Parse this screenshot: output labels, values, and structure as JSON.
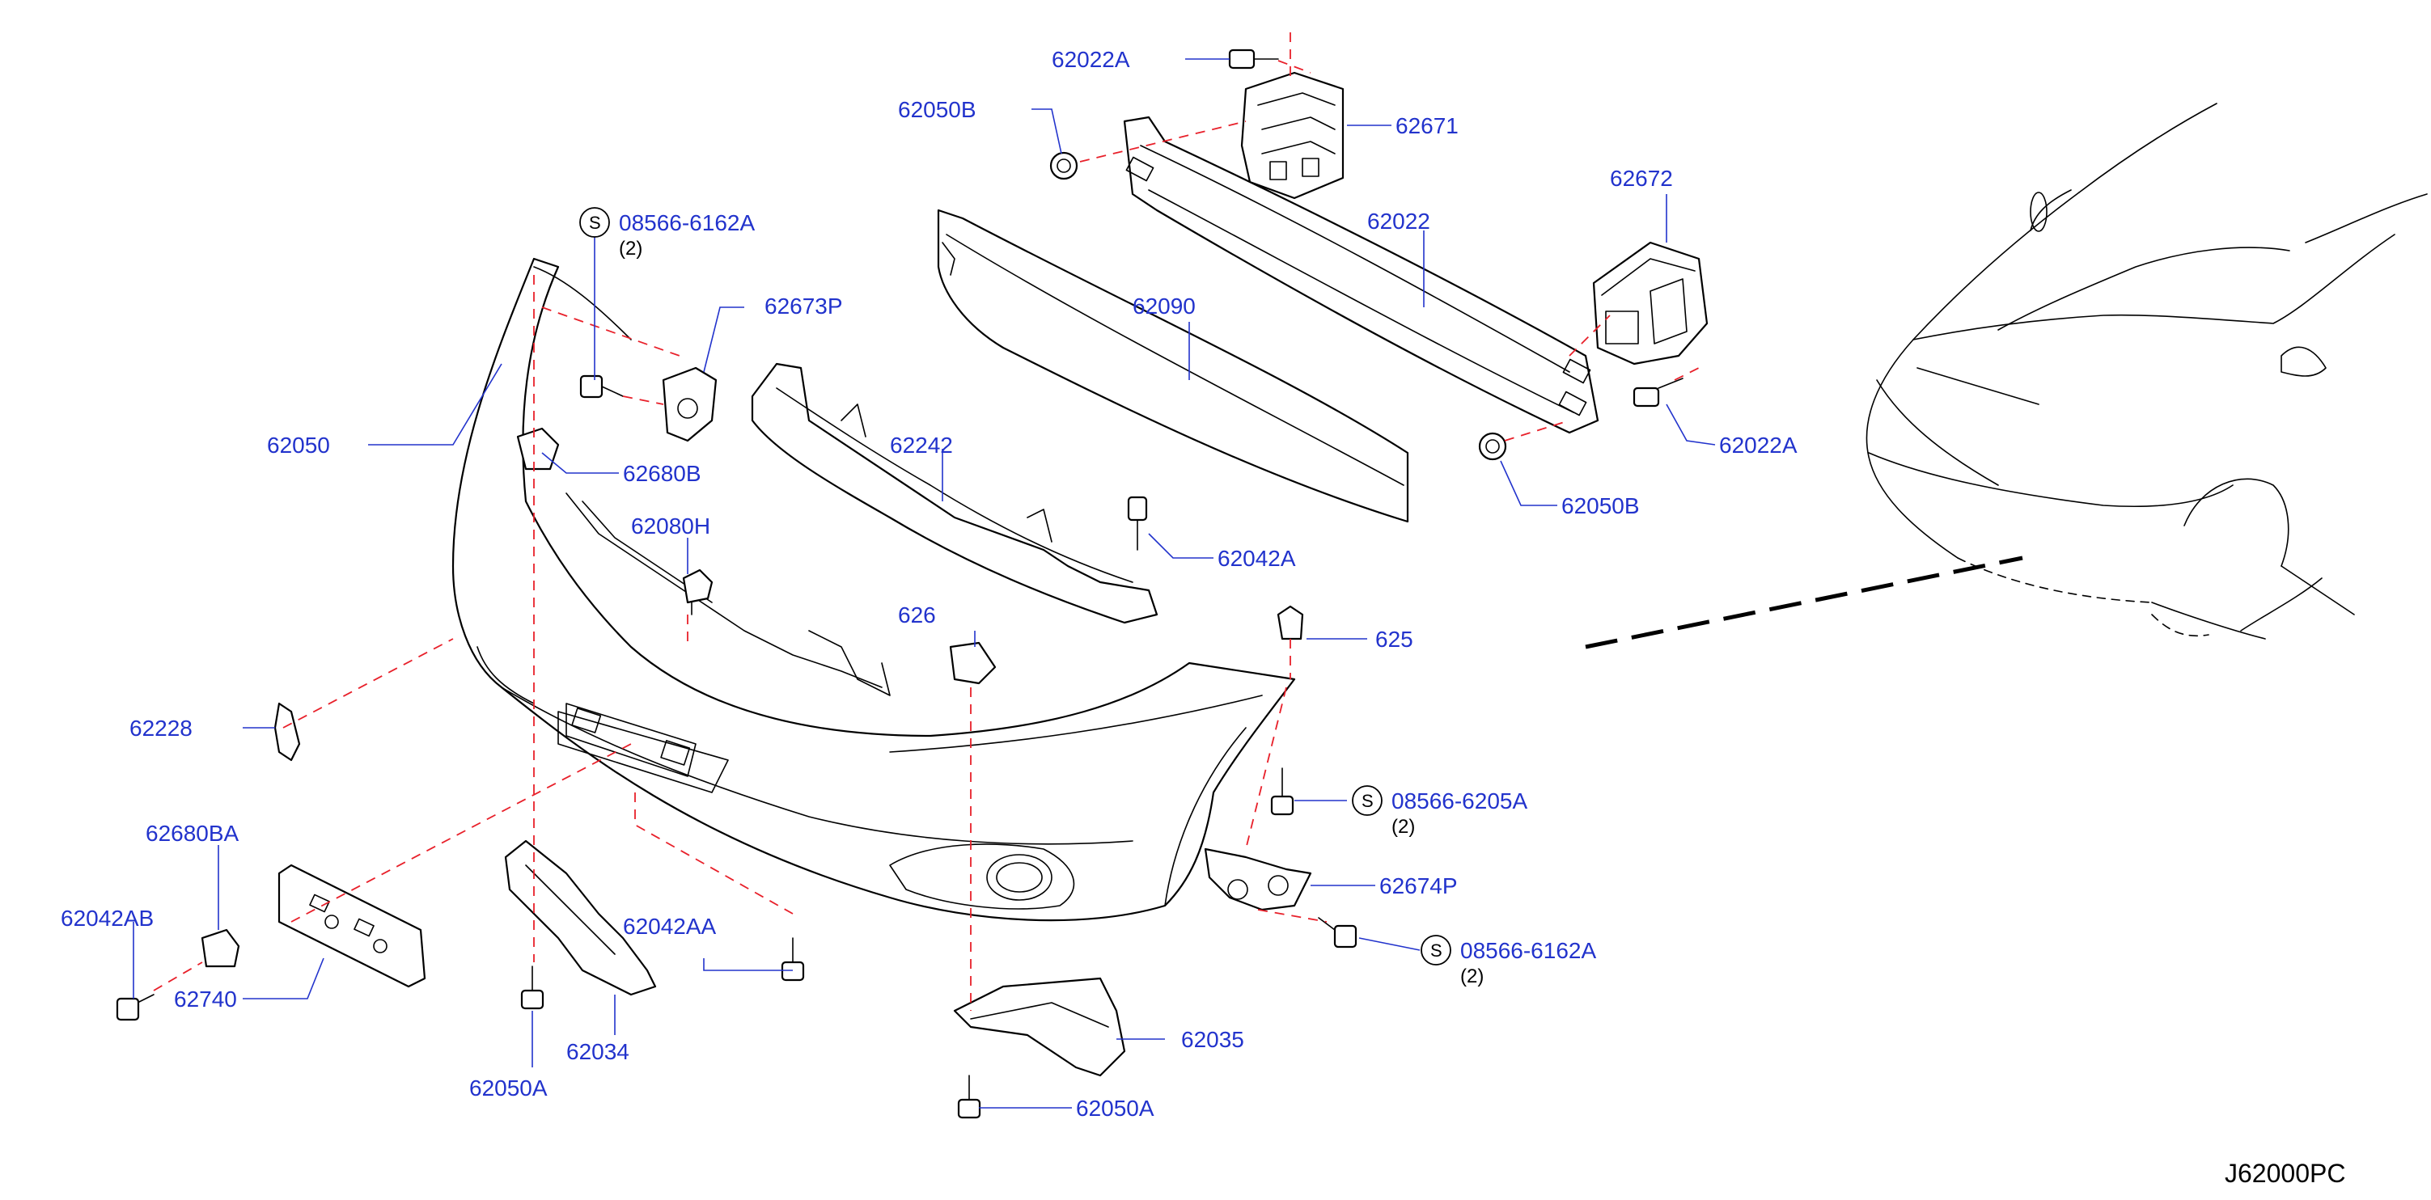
{
  "diagram": {
    "code": "J62000PC",
    "s_symbol": "S",
    "parts": {
      "p62022A_top": "62022A",
      "p62050B_top": "62050B",
      "p62671": "62671",
      "p62672": "62672",
      "p62022": "62022",
      "p62090": "62090",
      "p62022A_right": "62022A",
      "p62050B_right": "62050B",
      "p62042A": "62042A",
      "p08566_6162A_top": "08566-6162A",
      "p08566_6162A_top_qty": "(2)",
      "p62673P": "62673P",
      "p62050": "62050",
      "p62680B": "62680B",
      "p62242": "62242",
      "p62080H": "62080H",
      "p626x": "626",
      "p625xx": "625",
      "p62228": "62228",
      "p08566_6205A": "08566-6205A",
      "p08566_6205A_qty": "(2)",
      "p62674P": "62674P",
      "p08566_6162A_bot": "08566-6162A",
      "p08566_6162A_bot_qty": "(2)",
      "p62680BA": "62680BA",
      "p62042AB": "62042AB",
      "p62740": "62740",
      "p62042AA": "62042AA",
      "p62034": "62034",
      "p62050A_left": "62050A",
      "p62035": "62035",
      "p62050A_right": "62050A"
    }
  }
}
